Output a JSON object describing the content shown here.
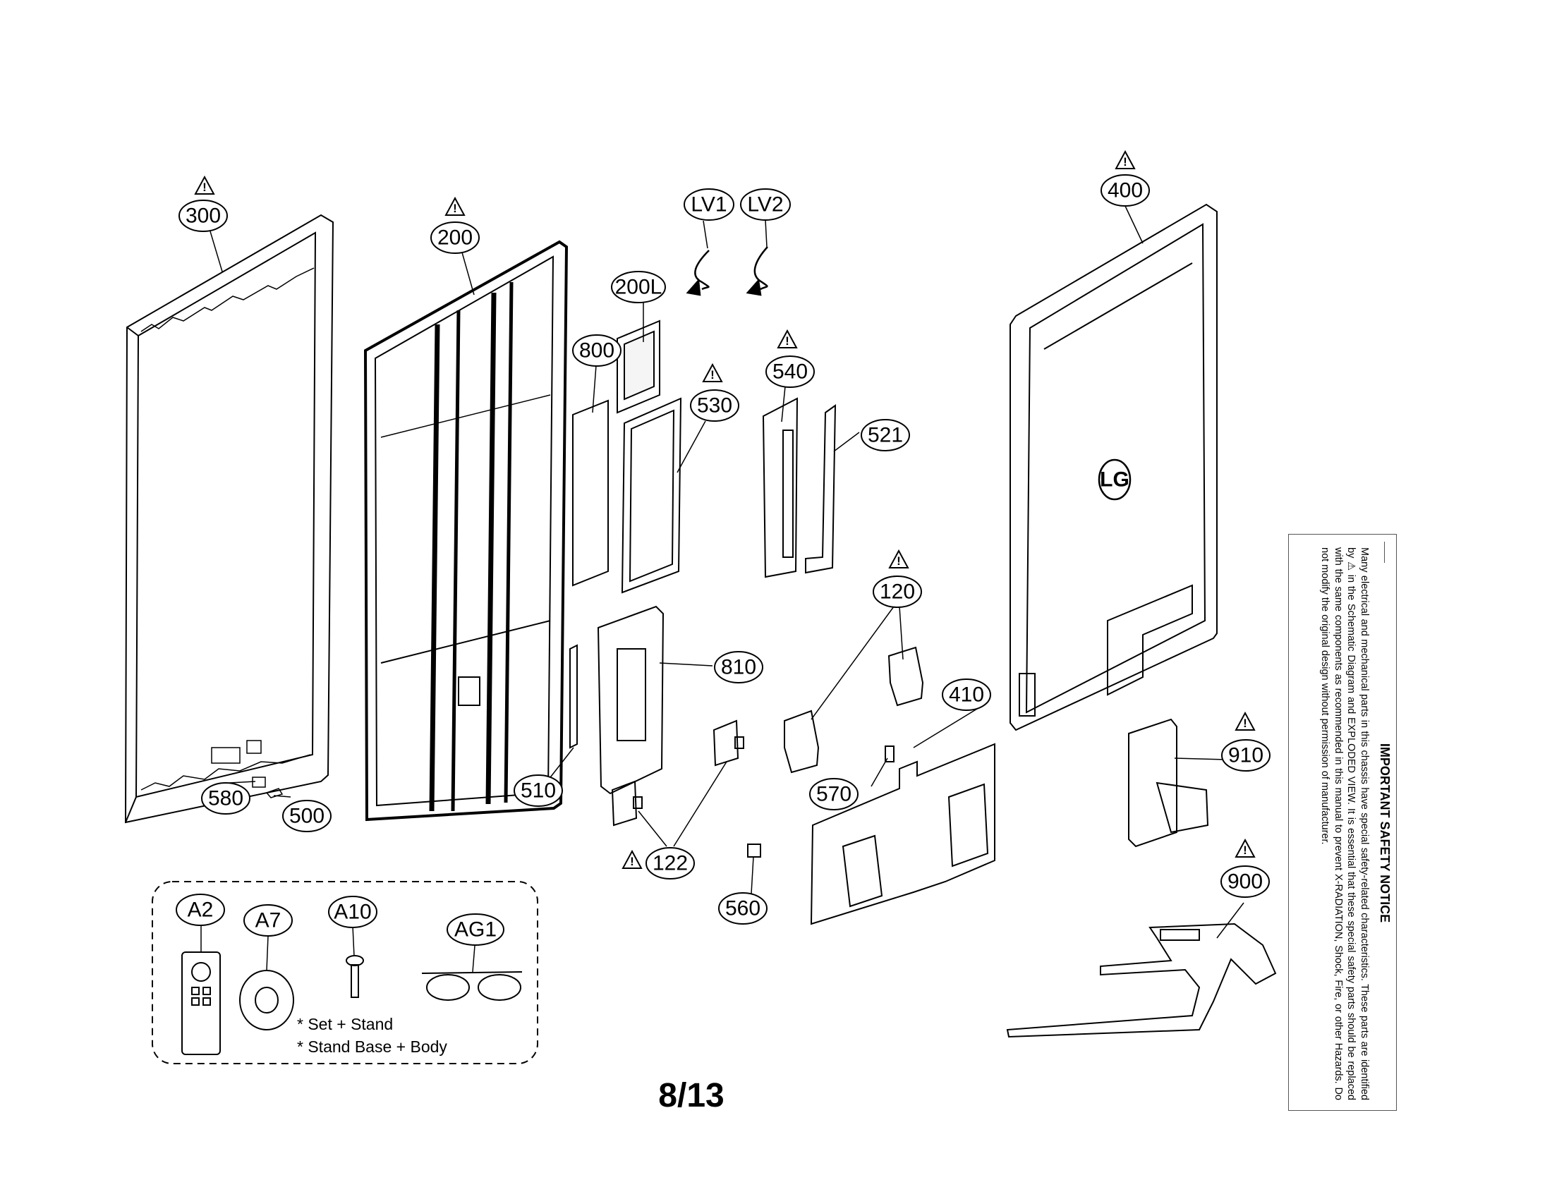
{
  "callouts": {
    "c300": "300",
    "c200": "200",
    "c200L": "200L",
    "cLV1": "LV1",
    "cLV2": "LV2",
    "c400": "400",
    "c800": "800",
    "c530": "530",
    "c540": "540",
    "c521": "521",
    "c120": "120",
    "c810": "810",
    "c410": "410",
    "c570": "570",
    "c580": "580",
    "c500": "500",
    "c510": "510",
    "c122": "122",
    "c910": "910",
    "c560": "560",
    "c900": "900",
    "cA2": "A2",
    "cA7": "A7",
    "cA10": "A10",
    "cAG1": "AG1"
  },
  "warning_symbol": "!",
  "accessory_notes": {
    "line1": "* Set + Stand",
    "line2": "* Stand Base + Body"
  },
  "page_number": "8/13",
  "safety_notice": {
    "title": "IMPORTANT SAFETY NOTICE",
    "body": "Many electrical and mechanical parts in this chassis have special safety-related characteristics. These parts are identified by ⚠ in the Schematic Diagram and EXPLODED VIEW. It is essential that these special safety parts should be replaced with the same components as recommended in this manual to prevent X-RADIATION, Shock, Fire, or other Hazards. Do not modify the original design without permission of manufacturer."
  },
  "logo_text": "LG",
  "colors": {
    "line": "#000000",
    "frame": "#3a3a3a",
    "background": "#ffffff"
  }
}
